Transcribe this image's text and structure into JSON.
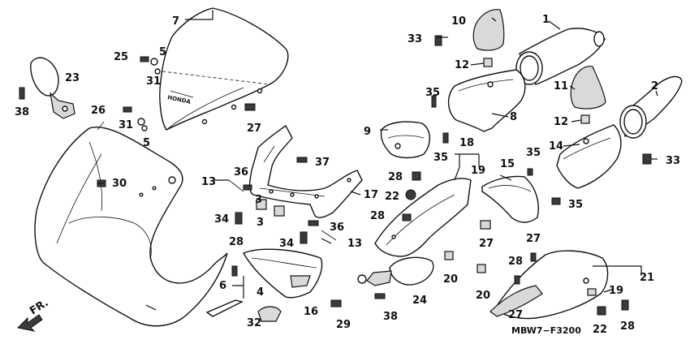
{
  "diagram": {
    "code": "MBW7−F3200",
    "direction_label": "FR.",
    "callouts": [
      {
        "id": "c1",
        "text": "1"
      },
      {
        "id": "c2",
        "text": "2"
      },
      {
        "id": "c3a",
        "text": "3"
      },
      {
        "id": "c3b",
        "text": "3"
      },
      {
        "id": "c4",
        "text": "4"
      },
      {
        "id": "c5a",
        "text": "5"
      },
      {
        "id": "c5b",
        "text": "5"
      },
      {
        "id": "c6",
        "text": "6"
      },
      {
        "id": "c7",
        "text": "7"
      },
      {
        "id": "c8",
        "text": "8"
      },
      {
        "id": "c9",
        "text": "9"
      },
      {
        "id": "c10",
        "text": "10"
      },
      {
        "id": "c11",
        "text": "11"
      },
      {
        "id": "c12a",
        "text": "12"
      },
      {
        "id": "c12b",
        "text": "12"
      },
      {
        "id": "c13a",
        "text": "13"
      },
      {
        "id": "c13b",
        "text": "13"
      },
      {
        "id": "c14",
        "text": "14"
      },
      {
        "id": "c15",
        "text": "15"
      },
      {
        "id": "c16",
        "text": "16"
      },
      {
        "id": "c17",
        "text": "17"
      },
      {
        "id": "c18",
        "text": "18"
      },
      {
        "id": "c19a",
        "text": "19"
      },
      {
        "id": "c19b",
        "text": "19"
      },
      {
        "id": "c20a",
        "text": "20"
      },
      {
        "id": "c20b",
        "text": "20"
      },
      {
        "id": "c21",
        "text": "21"
      },
      {
        "id": "c22a",
        "text": "22"
      },
      {
        "id": "c22b",
        "text": "22"
      },
      {
        "id": "c23",
        "text": "23"
      },
      {
        "id": "c24",
        "text": "24"
      },
      {
        "id": "c25",
        "text": "25"
      },
      {
        "id": "c26",
        "text": "26"
      },
      {
        "id": "c27a",
        "text": "27"
      },
      {
        "id": "c27b",
        "text": "27"
      },
      {
        "id": "c27c",
        "text": "27"
      },
      {
        "id": "c28a",
        "text": "28"
      },
      {
        "id": "c28b",
        "text": "28"
      },
      {
        "id": "c28c",
        "text": "28"
      },
      {
        "id": "c28d",
        "text": "28"
      },
      {
        "id": "c28e",
        "text": "28"
      },
      {
        "id": "c29",
        "text": "29"
      },
      {
        "id": "c30",
        "text": "30"
      },
      {
        "id": "c31a",
        "text": "31"
      },
      {
        "id": "c31b",
        "text": "31"
      },
      {
        "id": "c32",
        "text": "32"
      },
      {
        "id": "c33a",
        "text": "33"
      },
      {
        "id": "c33b",
        "text": "33"
      },
      {
        "id": "c34a",
        "text": "34"
      },
      {
        "id": "c34b",
        "text": "34"
      },
      {
        "id": "c35a",
        "text": "35"
      },
      {
        "id": "c35b",
        "text": "35"
      },
      {
        "id": "c35c",
        "text": "35"
      },
      {
        "id": "c35d",
        "text": "35"
      },
      {
        "id": "c36a",
        "text": "36"
      },
      {
        "id": "c36b",
        "text": "36"
      },
      {
        "id": "c37",
        "text": "37"
      },
      {
        "id": "c38a",
        "text": "38"
      },
      {
        "id": "c38b",
        "text": "38"
      }
    ]
  }
}
